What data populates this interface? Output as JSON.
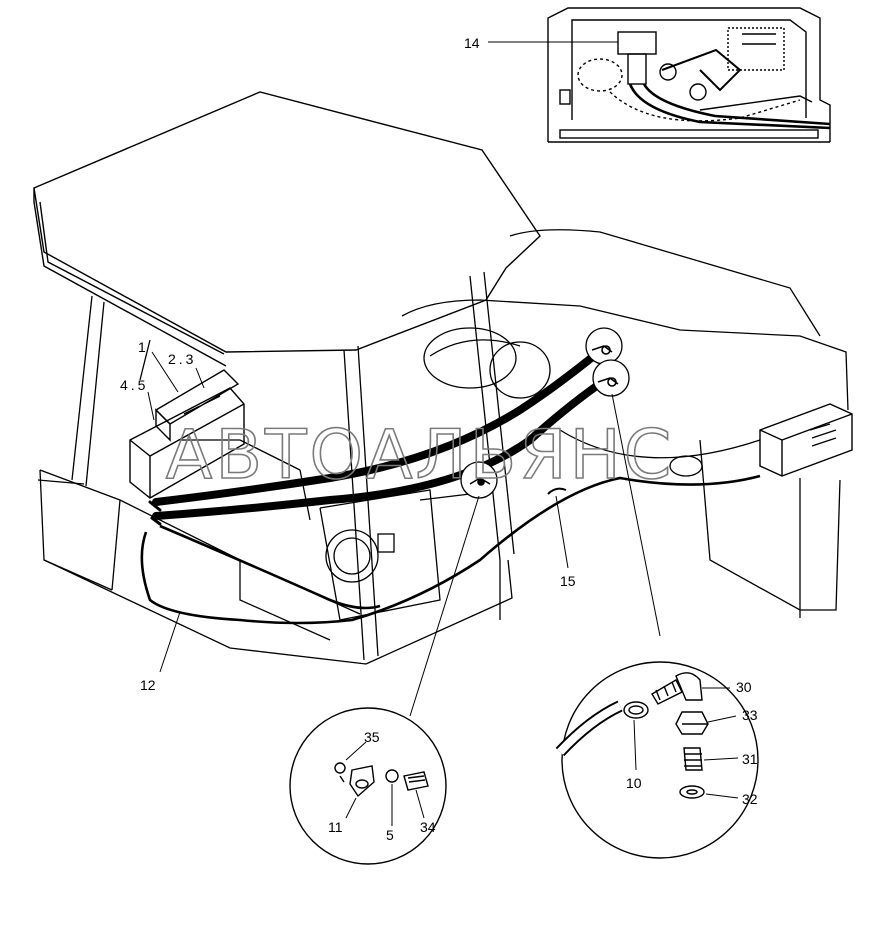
{
  "watermark": "АВТОАЛЬЯНС",
  "callouts": {
    "c1": "1",
    "c23": "2.3",
    "c45": "4.5",
    "c14": "14",
    "c15": "15",
    "c12": "12",
    "c35": "35",
    "c11": "11",
    "c5": "5",
    "c34": "34",
    "c30": "30",
    "c33": "33",
    "c31": "31",
    "c32": "32",
    "c10": "10"
  }
}
